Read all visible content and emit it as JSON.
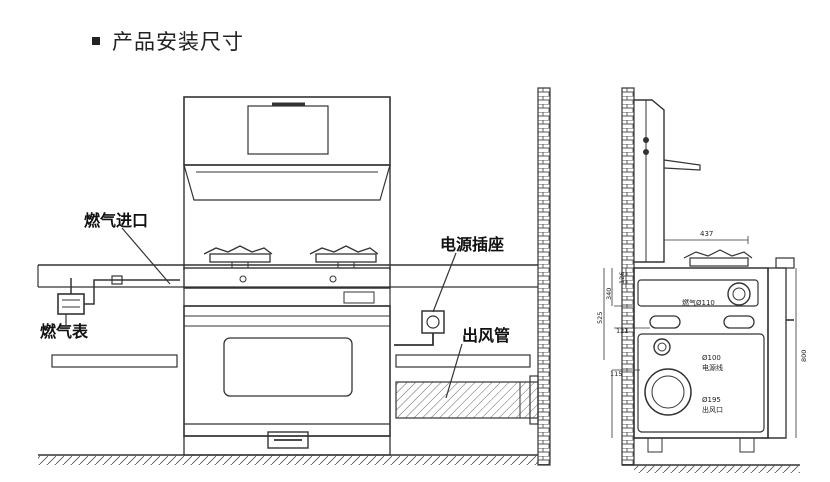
{
  "title": "产品安装尺寸",
  "front_view": {
    "gas_inlet": "燃气进口",
    "gas_meter": "燃气表",
    "power_socket": "电源插座",
    "exhaust_pipe": "出风管"
  },
  "side_view": {
    "dim_top": "437",
    "dim_340": "340",
    "dim_126": "126",
    "dim_525": "525",
    "dim_121": "121",
    "dim_115": "115",
    "dim_800": "800",
    "gas_port": "燃气Ø110",
    "power_hole_size": "Ø100",
    "power_hole_label": "电源线",
    "outlet_size": "Ø195",
    "outlet_label": "出风口"
  }
}
